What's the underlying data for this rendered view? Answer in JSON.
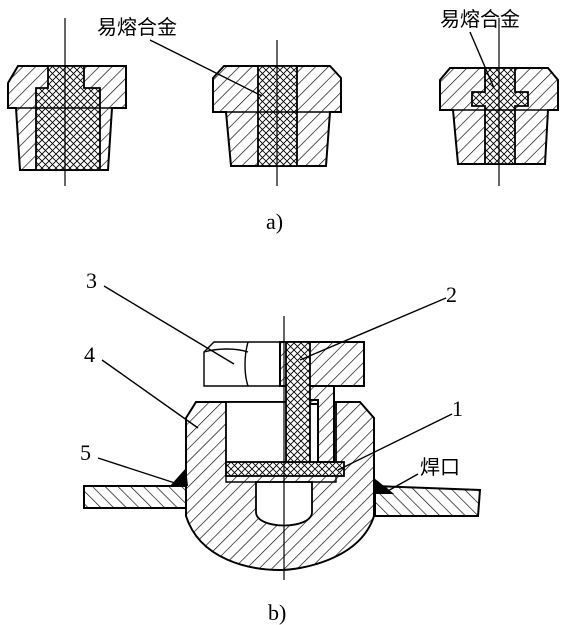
{
  "part_a": {
    "left_label": "易熔合金",
    "right_label": "易熔合金",
    "caption": "a)"
  },
  "part_b": {
    "callouts": [
      "1",
      "2",
      "3",
      "4",
      "5"
    ],
    "weld_label": "焊口",
    "caption": "b)"
  },
  "colors": {
    "ink": "#000000",
    "paper": "#ffffff"
  }
}
